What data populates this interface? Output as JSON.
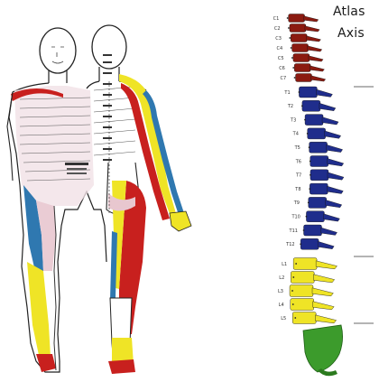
{
  "labels": {
    "atlas": "Atlas",
    "axis": "Axis"
  },
  "colors": {
    "cervical": "#8b1a10",
    "thoracic": "#1f2d8c",
    "lumbar": "#efe426",
    "sacral": "#3c9b2c",
    "dermatome_red": "#c8201e",
    "dermatome_blue": "#2f78b0",
    "dermatome_yellow": "#efe426",
    "dermatome_pink": "#e8c7cf"
  },
  "vertebra_labels": [
    "C1",
    "C2",
    "C3",
    "C4",
    "C5",
    "C6",
    "C7",
    "T1",
    "T2",
    "T3",
    "T4",
    "T5",
    "T6",
    "T7",
    "T8",
    "T9",
    "T10",
    "T11",
    "T12",
    "L1",
    "L2",
    "L3",
    "L4",
    "L5"
  ]
}
